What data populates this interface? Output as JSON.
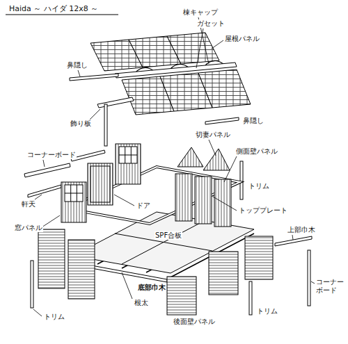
{
  "diagram": {
    "title": "Haida ～ ハイダ 12x8 ～",
    "labels": [
      "棟キャップ",
      "ガセット",
      "屋根パネル",
      "鼻隠し",
      "飾り板",
      "鼻隠し",
      "切妻パネル",
      "側面壁パネル",
      "コーナーボード",
      "トリム",
      "軒天",
      "ドア",
      "トッププレート",
      "SPF合板",
      "窓パネル",
      "上部巾木",
      "底部巾木",
      "根太",
      "コーナー ボード",
      "トリム",
      "トリム",
      "後面壁パネル"
    ]
  }
}
